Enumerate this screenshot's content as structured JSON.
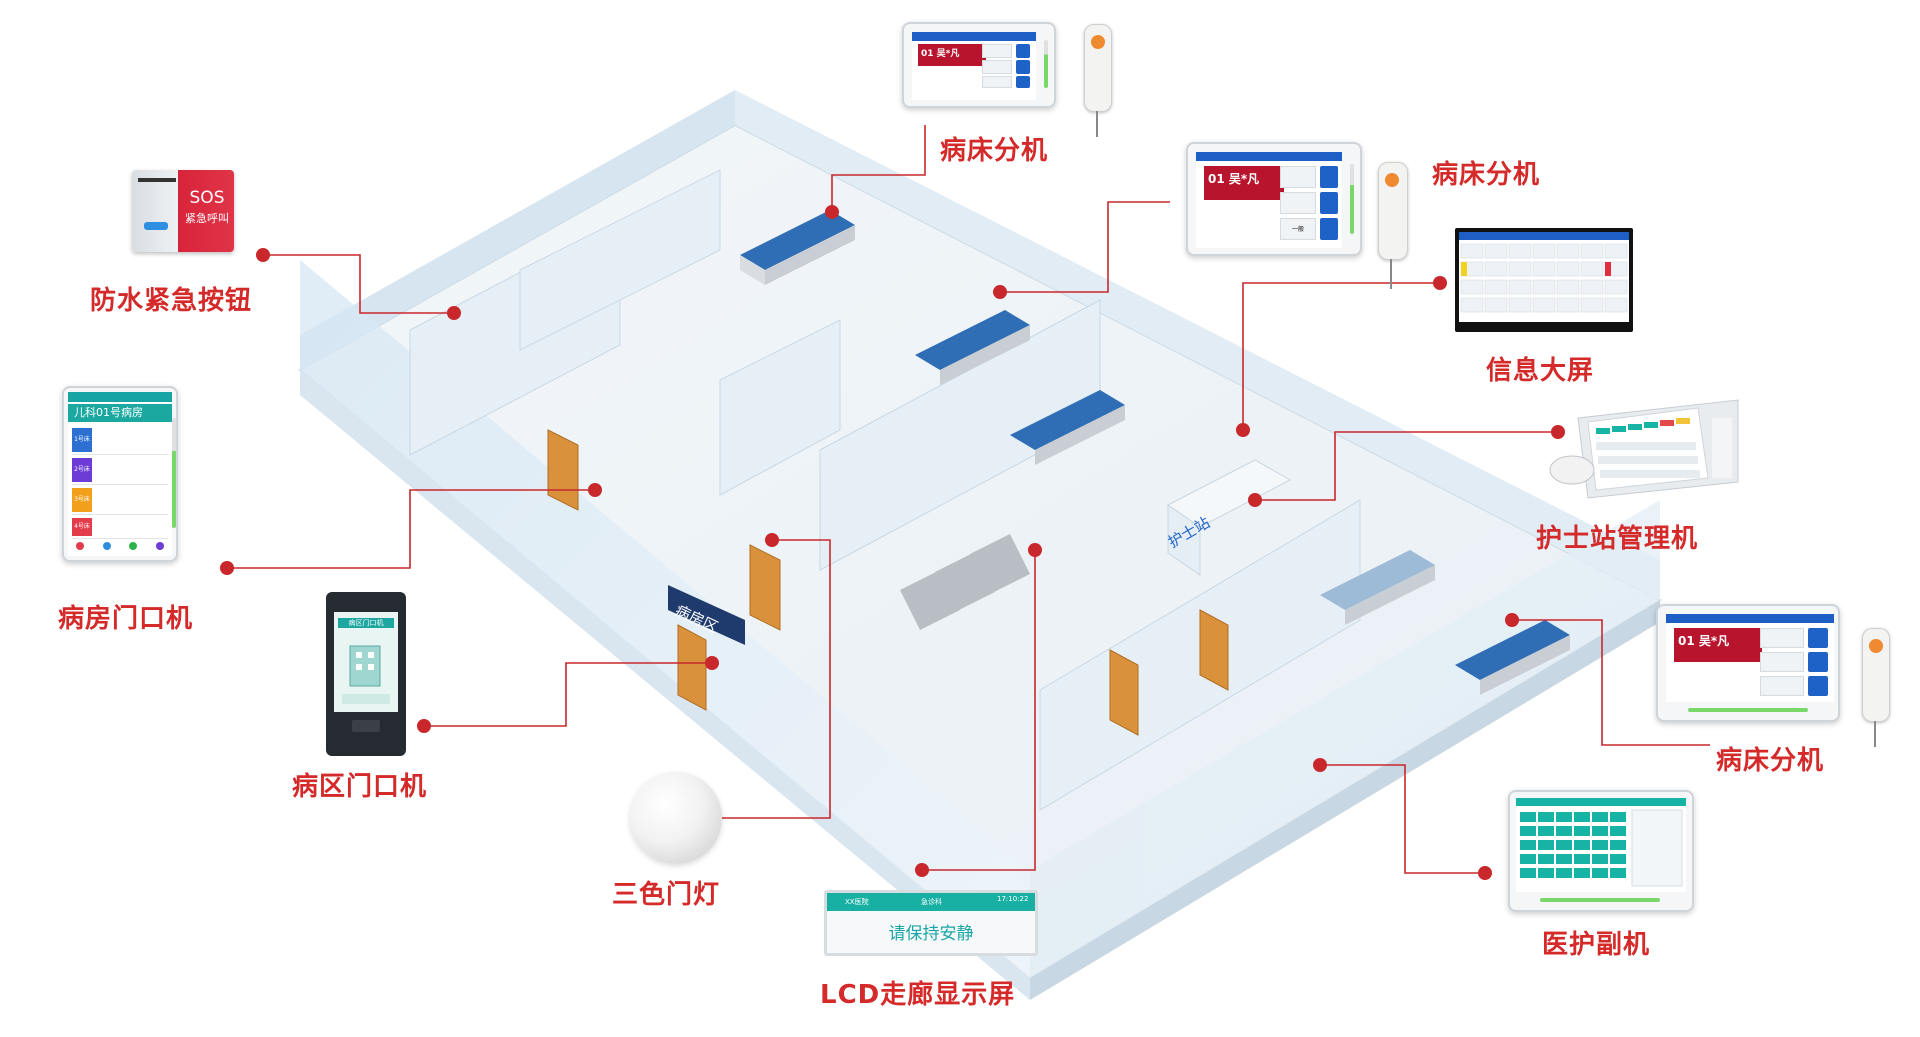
{
  "labels": {
    "bed_unit_top": "病床分机",
    "bed_unit_mid": "病床分机",
    "bed_unit_right": "病床分机",
    "sos_button": "防水紧急按钮",
    "info_screen": "信息大屏",
    "nurse_station": "护士站管理机",
    "ward_door": "病房门口机",
    "area_door": "病区门口机",
    "tri_lamp": "三色门灯",
    "lcd_screen": "LCD走廊显示屏",
    "med_sub": "医护副机"
  },
  "scene_signs": {
    "nurse_counter": "护士站",
    "ward_area_sign": "病房区"
  },
  "devices": {
    "sos": {
      "title": "SOS",
      "subtitle": "紧急呼叫"
    },
    "bed_unit": {
      "bed_number": "01",
      "patient_name": "吴*凡",
      "action": "一般"
    },
    "ward_door": {
      "title": "儿科01号病房",
      "beds": [
        "1号床",
        "2号床",
        "3号床",
        "4号床"
      ]
    },
    "area_door": {
      "title": "病区门口机"
    },
    "lcd": {
      "brand": "XX医院",
      "dept": "急诊科",
      "time": "17:10:22",
      "message": "请保持安静"
    }
  },
  "colors": {
    "callout": "#d42a2a",
    "leader_line": "#c8282c",
    "accent_blue": "#1e62c8",
    "bed_red": "#b9142d",
    "teal": "#19b0a4"
  }
}
